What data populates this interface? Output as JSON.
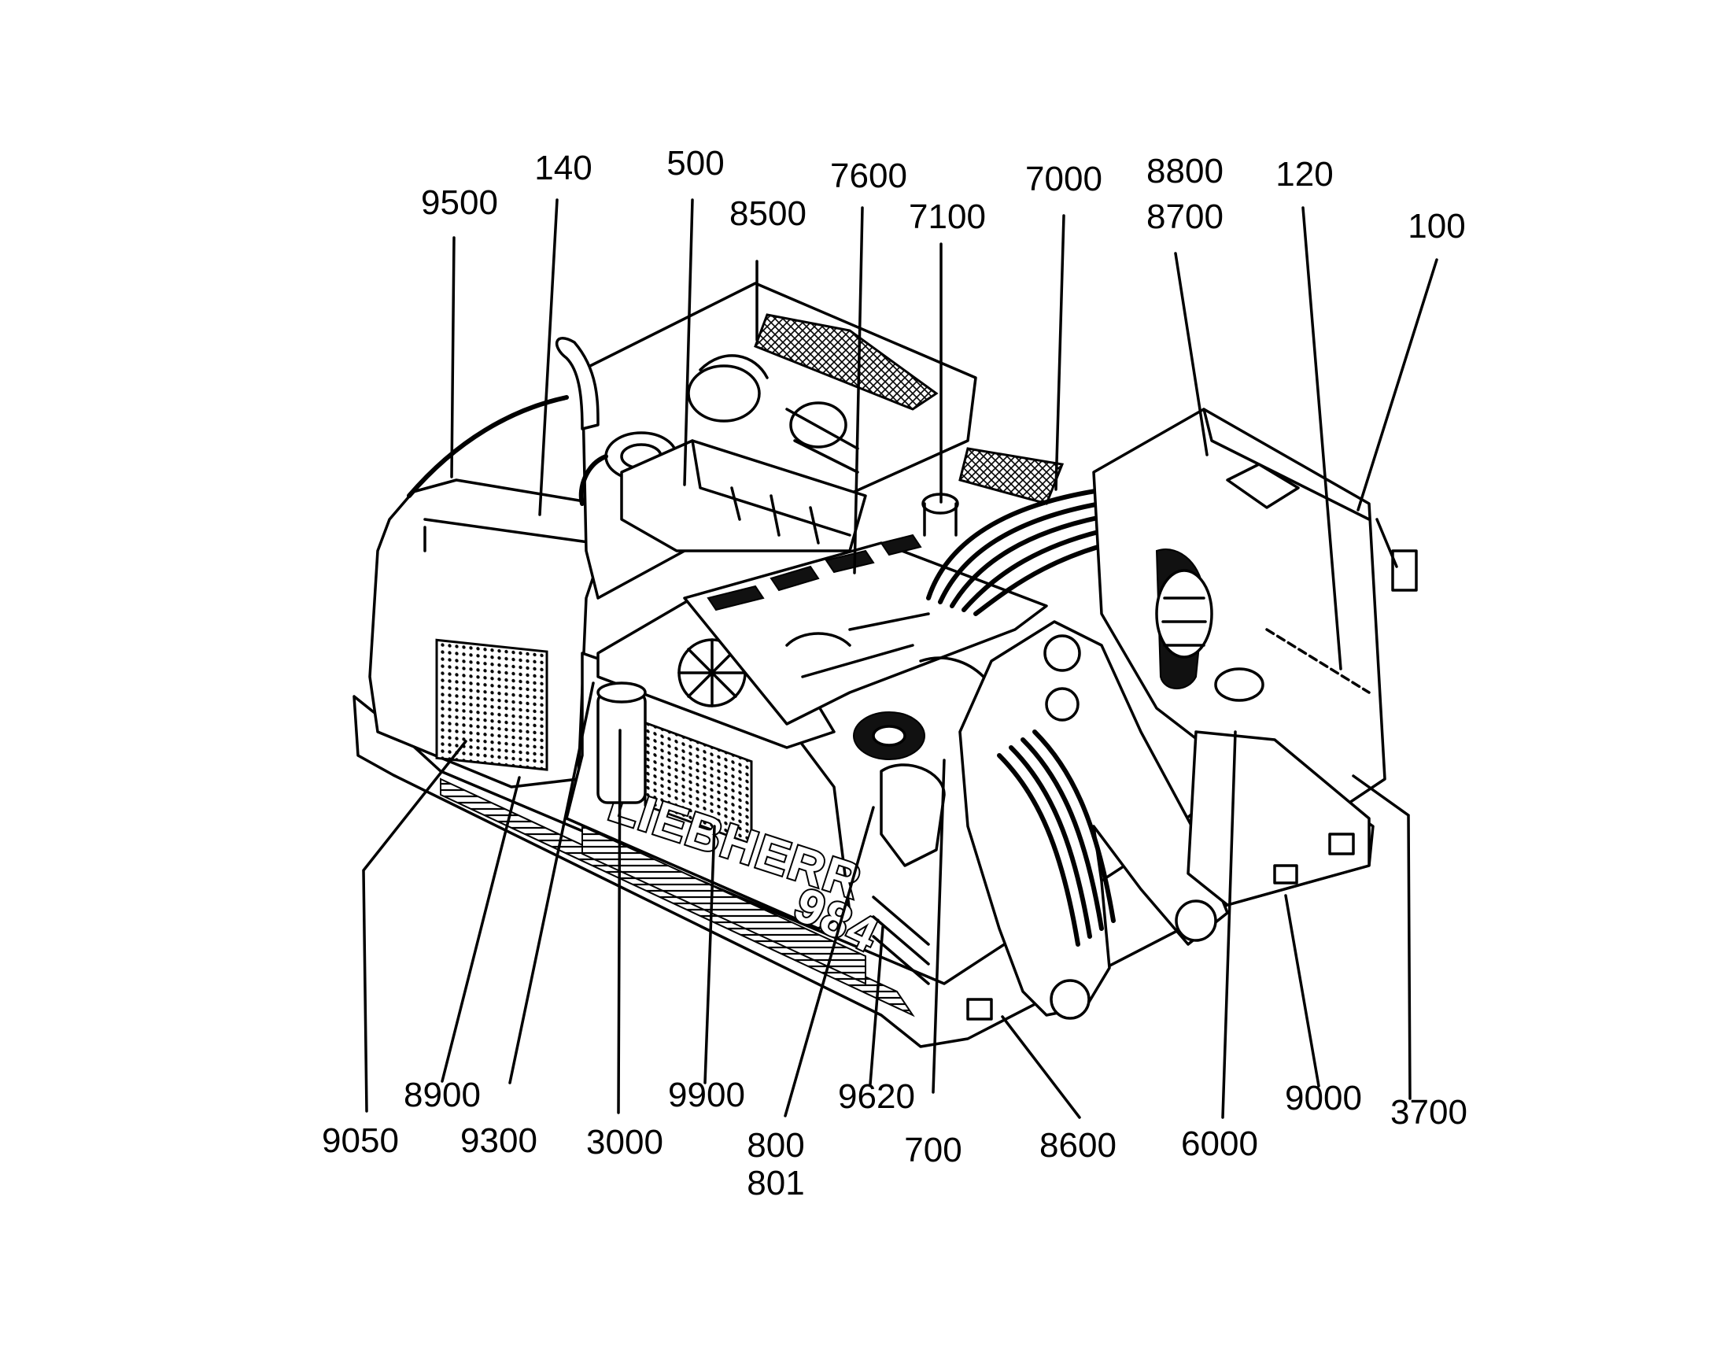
{
  "brand": {
    "name": "LIEBHERR",
    "model": "984"
  },
  "labels": [
    {
      "id": "9500",
      "text": "9500"
    },
    {
      "id": "140",
      "text": "140"
    },
    {
      "id": "500",
      "text": "500"
    },
    {
      "id": "8500",
      "text": "8500"
    },
    {
      "id": "7600",
      "text": "7600"
    },
    {
      "id": "7100",
      "text": "7100"
    },
    {
      "id": "7000",
      "text": "7000"
    },
    {
      "id": "8800",
      "text": "8800"
    },
    {
      "id": "8700",
      "text": "8700"
    },
    {
      "id": "120",
      "text": "120"
    },
    {
      "id": "100",
      "text": "100"
    },
    {
      "id": "9050",
      "text": "9050"
    },
    {
      "id": "8900",
      "text": "8900"
    },
    {
      "id": "9300",
      "text": "9300"
    },
    {
      "id": "3000",
      "text": "3000"
    },
    {
      "id": "9900",
      "text": "9900"
    },
    {
      "id": "800",
      "text": "800"
    },
    {
      "id": "801",
      "text": "801"
    },
    {
      "id": "9620",
      "text": "9620"
    },
    {
      "id": "700",
      "text": "700"
    },
    {
      "id": "8600",
      "text": "8600"
    },
    {
      "id": "6000",
      "text": "6000"
    },
    {
      "id": "9000",
      "text": "9000"
    },
    {
      "id": "3700",
      "text": "3700"
    }
  ]
}
